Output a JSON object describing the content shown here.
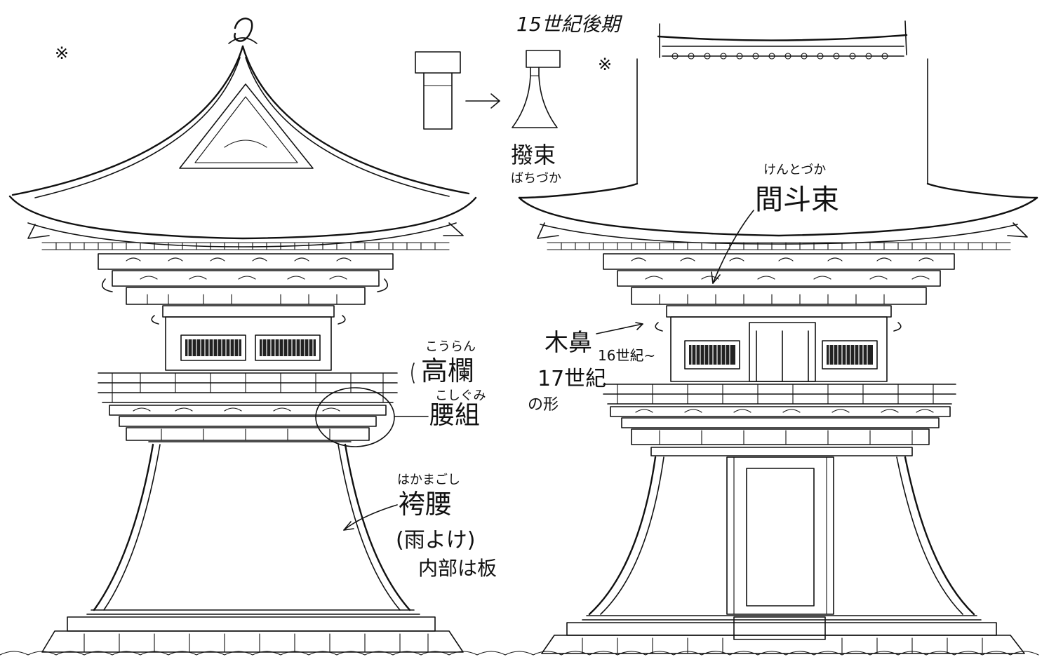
{
  "annotations": {
    "era_title": "15世紀後期",
    "batsuzuka": "撥束",
    "batsuzuka_reading": "ばちづか",
    "kentozuka": "間斗束",
    "kentozuka_reading": "けんとづか",
    "koran": "高欄",
    "koran_reading": "こうらん",
    "koshigumi": "腰組",
    "koshigumi_reading": "こしぐみ",
    "hakamagoshi": "袴腰",
    "hakamagoshi_reading": "はかまごし",
    "amayoke": "(雨よけ)",
    "interior_board": "内部は板",
    "kikuzuka": "木鼻",
    "seventeenth_century": "17世紀",
    "shape": "の形",
    "sixteenth_century": "16世紀~",
    "left_symbol": "※",
    "right_symbol": "※"
  },
  "colors": {
    "ink": "#111111",
    "paper": "#ffffff"
  }
}
